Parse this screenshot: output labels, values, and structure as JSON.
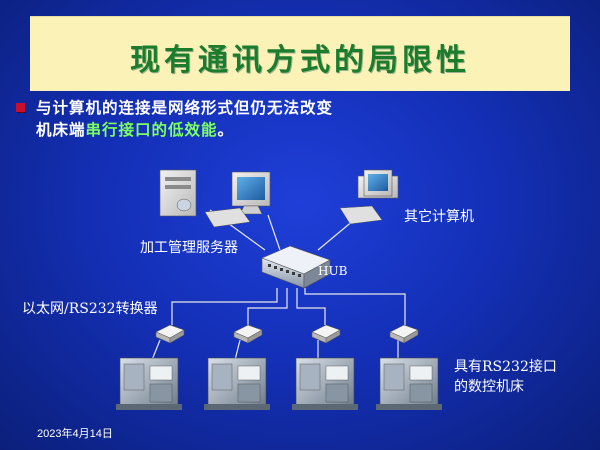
{
  "slide": {
    "title": "现有通讯方式的局限性",
    "bullet_text_1": "与计算机的连接是网络形式但仍无法改变",
    "bullet_text_2a": "机床端",
    "bullet_text_2b": "串行接口的低效能",
    "bullet_text_2c": "。",
    "date": "2023年4月14日"
  },
  "diagram": {
    "server_label": "加工管理服务器",
    "other_pc_label": "其它计算机",
    "hub_label": "HUB",
    "converter_label": "以太网/RS232转换器",
    "machine_label_1": "具有RS232接口",
    "machine_label_2": "的数控机床"
  },
  "colors": {
    "background": "#1430b8",
    "title_bg": "#fbf2b8",
    "title_text": "#1b7c2c",
    "highlight": "#7dff60",
    "bullet": "#c8102e"
  }
}
